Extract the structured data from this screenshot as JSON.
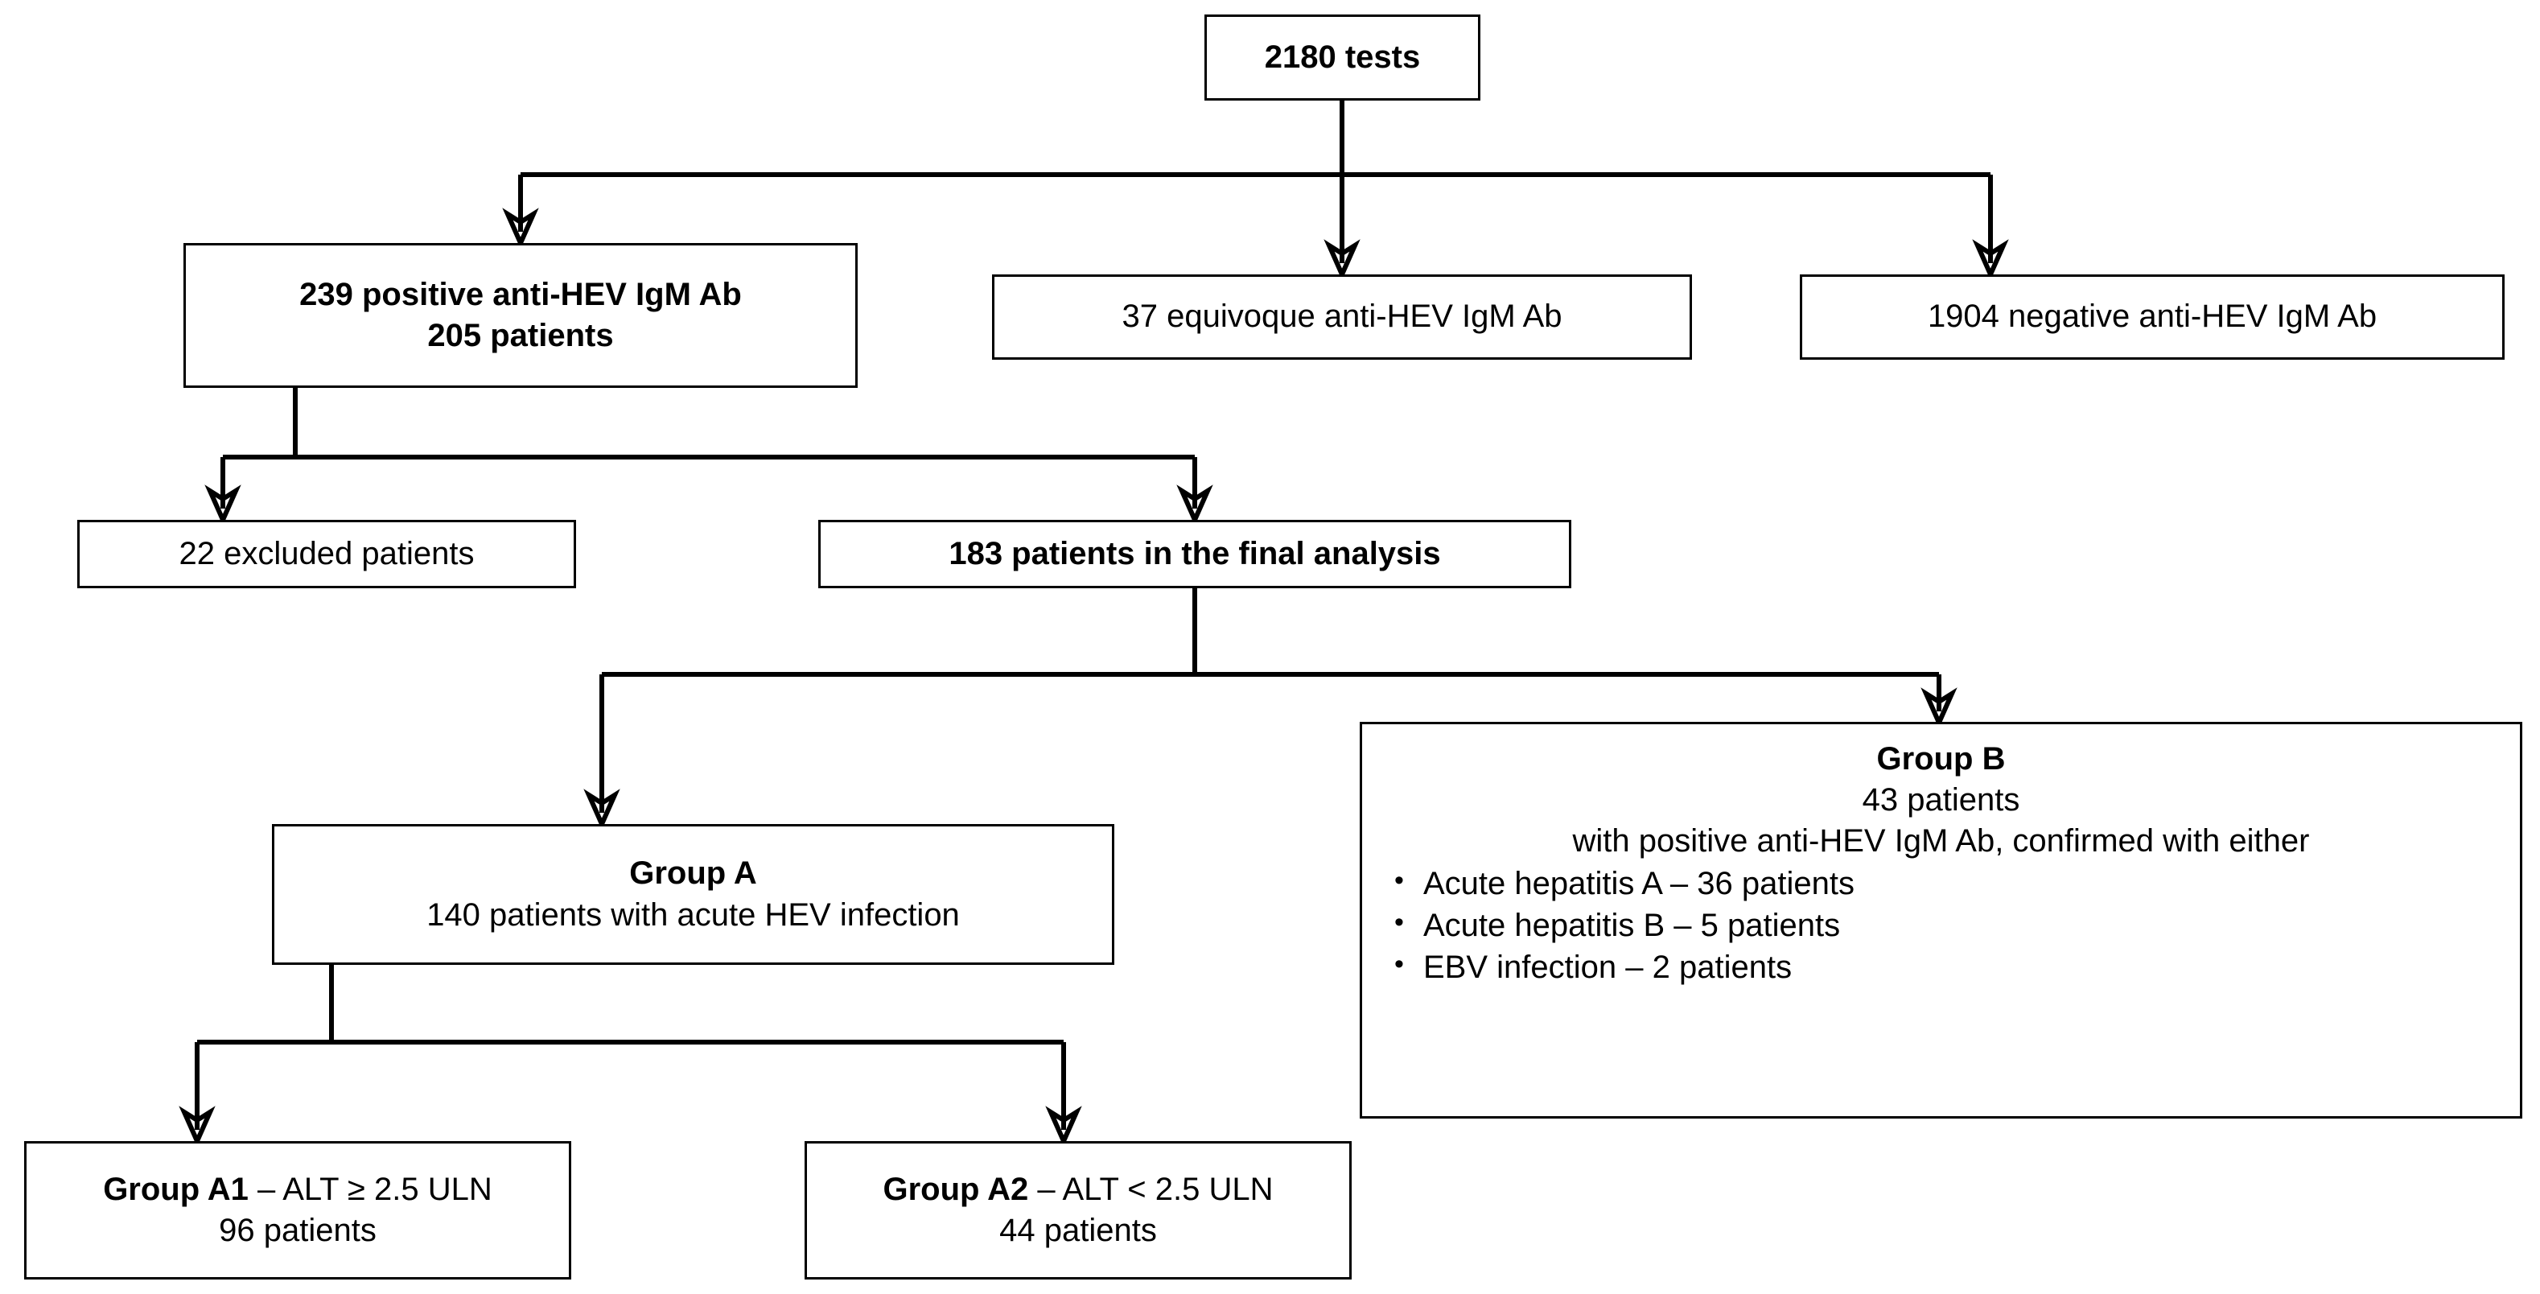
{
  "diagram": {
    "title": "HEV study patient flow diagram",
    "line_color": "#000000",
    "box_border_color": "#000000",
    "background_color": "#ffffff",
    "nodes": {
      "total_tests": {
        "line1": "2180 tests"
      },
      "positive": {
        "line1": "239 positive anti-HEV IgM Ab",
        "line2": "205 patients"
      },
      "equivocal": {
        "line1": "37 equivoque anti-HEV IgM Ab"
      },
      "negative": {
        "line1": "1904 negative anti-HEV IgM Ab"
      },
      "excluded": {
        "line1": "22 excluded patients"
      },
      "final_analysis": {
        "line1": "183 patients in the final analysis"
      },
      "group_a": {
        "line1": "Group A",
        "line2": "140 patients with acute HEV infection"
      },
      "group_b": {
        "line1": "Group B",
        "line2": "43 patients",
        "line3": "with positive anti-HEV IgM Ab, confirmed with either",
        "bullets": [
          "Acute hepatitis A – 36 patients",
          "Acute hepatitis B – 5 patients",
          "EBV infection – 2 patients"
        ]
      },
      "group_a1": {
        "line1_bold": "Group A1",
        "line1_rest": " – ALT ≥ 2.5 ULN",
        "line2": "96 patients"
      },
      "group_a2": {
        "line1_bold": "Group A2",
        "line1_rest": " – ALT < 2.5 ULN",
        "line2": "44 patients"
      }
    }
  }
}
